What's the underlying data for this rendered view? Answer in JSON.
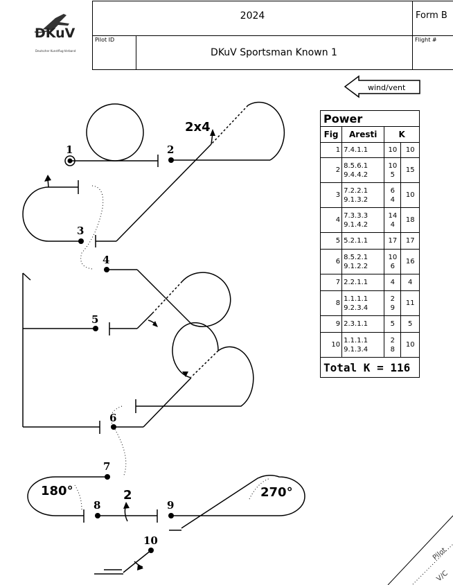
{
  "header": {
    "year": "2024",
    "form": "Form B",
    "pilot_id_label": "Pilot ID",
    "flight_label": "Flight #",
    "sequence_title": "DKuV Sportsman Known 1"
  },
  "logo": {
    "text": "DKuV",
    "subtitle": "Deutscher Kunstflug-Verband"
  },
  "wind": {
    "label": "wind/vent"
  },
  "ktable": {
    "title": "Power",
    "col_fig": "Fig",
    "col_aresti": "Aresti",
    "col_k": "K",
    "rows": [
      {
        "fig": "1",
        "aresti": [
          "7.4.1.1"
        ],
        "k": [
          "10"
        ],
        "total": "10"
      },
      {
        "fig": "2",
        "aresti": [
          "8.5.6.1",
          "9.4.4.2"
        ],
        "k": [
          "10",
          "5"
        ],
        "total": "15"
      },
      {
        "fig": "3",
        "aresti": [
          "7.2.2.1",
          "9.1.3.2"
        ],
        "k": [
          "6",
          "4"
        ],
        "total": "10"
      },
      {
        "fig": "4",
        "aresti": [
          "7.3.3.3",
          "9.1.4.2"
        ],
        "k": [
          "14",
          "4"
        ],
        "total": "18"
      },
      {
        "fig": "5",
        "aresti": [
          "5.2.1.1"
        ],
        "k": [
          "17"
        ],
        "total": "17"
      },
      {
        "fig": "6",
        "aresti": [
          "8.5.2.1",
          "9.1.2.2"
        ],
        "k": [
          "10",
          "6"
        ],
        "total": "16"
      },
      {
        "fig": "7",
        "aresti": [
          "2.2.1.1"
        ],
        "k": [
          "4"
        ],
        "total": "4"
      },
      {
        "fig": "8",
        "aresti": [
          "1.1.1.1",
          "9.2.3.4"
        ],
        "k": [
          "2",
          "9"
        ],
        "total": "11"
      },
      {
        "fig": "9",
        "aresti": [
          "2.3.1.1"
        ],
        "k": [
          "5"
        ],
        "total": "5"
      },
      {
        "fig": "10",
        "aresti": [
          "1.1.1.1",
          "9.1.3.4"
        ],
        "k": [
          "2",
          "8"
        ],
        "total": "10"
      }
    ],
    "total": "Total K = 116"
  },
  "diagram": {
    "fig_labels": [
      "1",
      "2",
      "3",
      "4",
      "5",
      "6",
      "7",
      "8",
      "9",
      "10"
    ],
    "roll_2x4": "2x4",
    "turn_180": "180°",
    "turn_270": "270°",
    "roll_2": "2"
  },
  "corner": {
    "pilot": "Pilot",
    "vc": "V/C"
  }
}
